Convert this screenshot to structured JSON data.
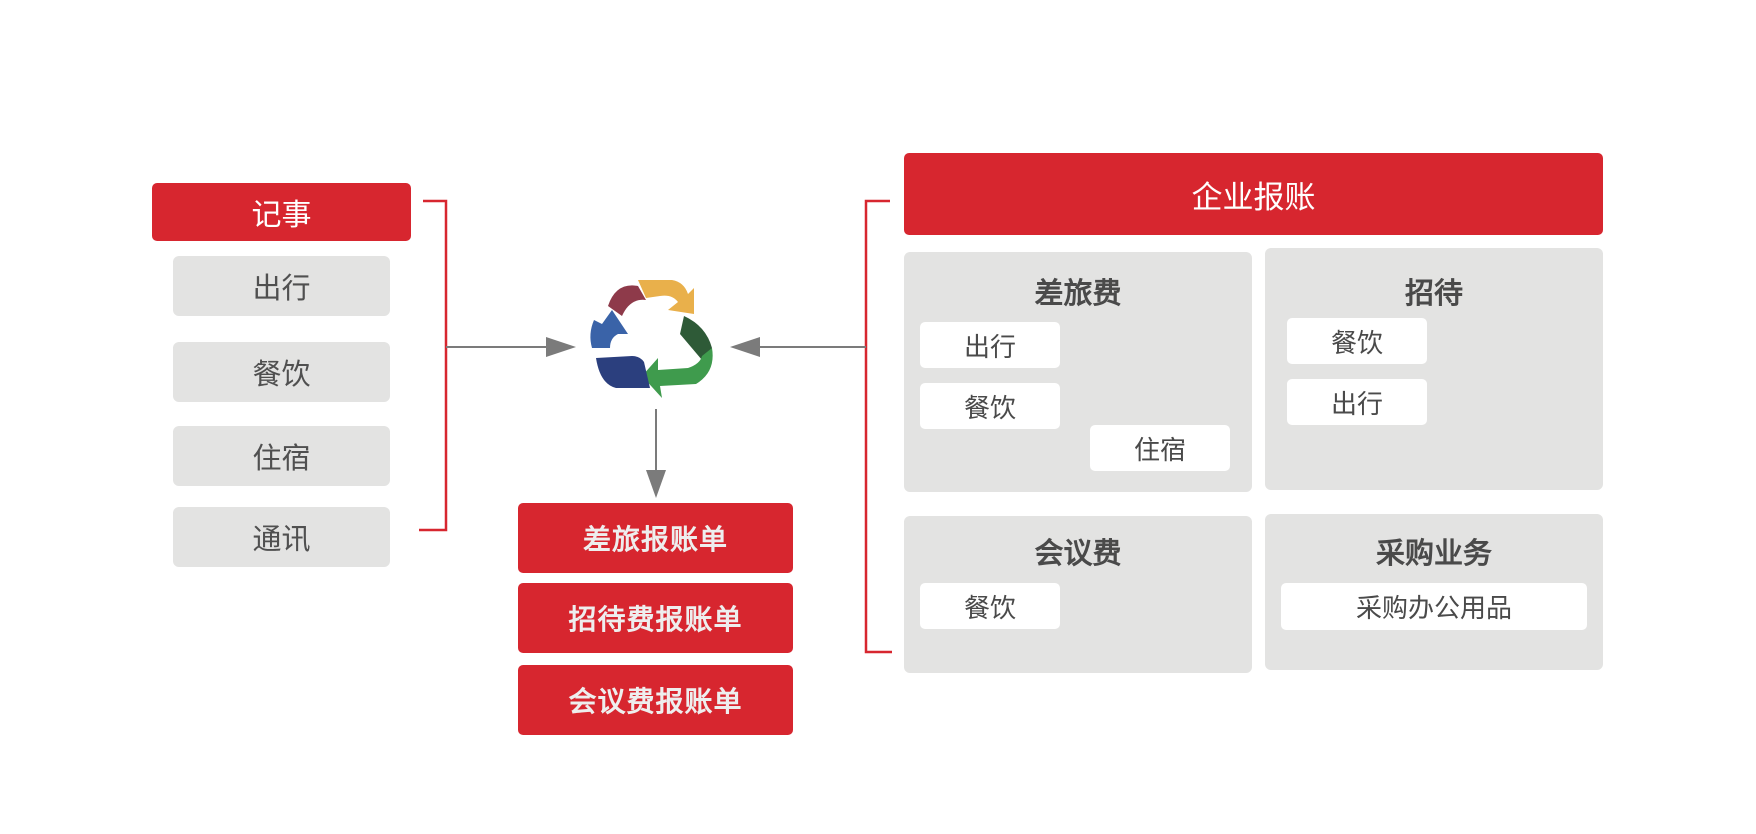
{
  "colors": {
    "red": "#d7262f",
    "grey_box": "#e3e3e2",
    "arrow": "#7b7b7b",
    "cycle_yellow": "#e9b04b",
    "cycle_maroon": "#8e3a4a",
    "cycle_darkgreen": "#2e5a37",
    "cycle_green": "#3f9b4d",
    "cycle_blue": "#3a63a8",
    "cycle_navy": "#2b3f7e"
  },
  "left_group": {
    "title": "记事",
    "items": [
      "出行",
      "餐饮",
      "住宿",
      "通讯"
    ]
  },
  "center_icon": "recycle-icon",
  "outputs": [
    "差旅报账单",
    "招待费报账单",
    "会议费报账单"
  ],
  "right_group": {
    "title": "企业报账",
    "categories": [
      {
        "name": "差旅费",
        "items": [
          "出行",
          "餐饮",
          "住宿"
        ]
      },
      {
        "name": "招待",
        "items": [
          "餐饮",
          "出行"
        ]
      },
      {
        "name": "会议费",
        "items": [
          "餐饮"
        ]
      },
      {
        "name": "采购业务",
        "items": [
          "采购办公用品"
        ]
      }
    ]
  }
}
